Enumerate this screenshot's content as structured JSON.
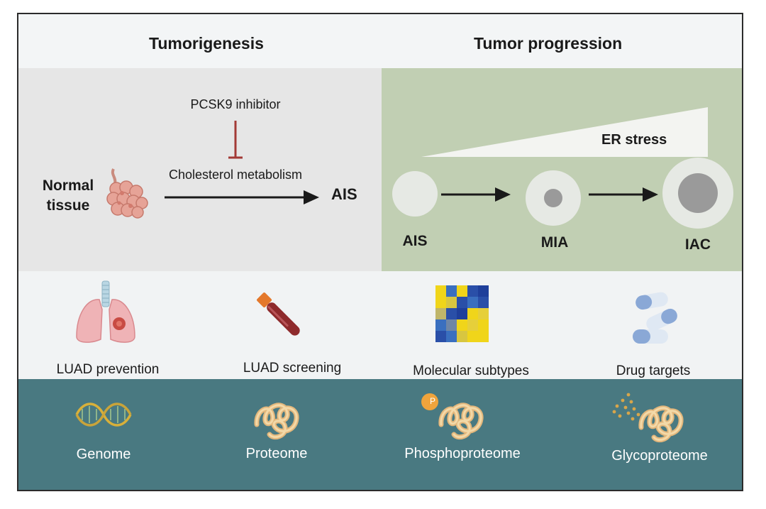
{
  "header": {
    "left_title": "Tumorigenesis",
    "right_title": "Tumor progression"
  },
  "tumorigenesis": {
    "normal_tissue": "Normal tissue",
    "inhibitor": "PCSK9 inhibitor",
    "pathway": "Cholesterol metabolism",
    "result": "AIS"
  },
  "progression": {
    "gradient_label": "ER stress",
    "stages": [
      "AIS",
      "MIA",
      "IAC"
    ]
  },
  "applications": [
    {
      "label": "LUAD prevention",
      "icon": "lungs-icon"
    },
    {
      "label": "LUAD screening",
      "icon": "blood-tube-icon"
    },
    {
      "label": "Molecular subtypes",
      "icon": "heatmap-icon"
    },
    {
      "label": "Drug targets",
      "icon": "pills-icon"
    }
  ],
  "omics": [
    {
      "label": "Genome",
      "icon": "dna-icon"
    },
    {
      "label": "Proteome",
      "icon": "protein-icon"
    },
    {
      "label": "Phosphoproteome",
      "icon": "phosphoprotein-icon",
      "badge": "P"
    },
    {
      "label": "Glycoproteome",
      "icon": "glycoprotein-icon"
    }
  ],
  "colors": {
    "tumorigenesis_panel": "#e6e6e6",
    "progression_panel": "#c1cfb3",
    "omics_band": "#497981",
    "inhibitor_bar": "#a33a36",
    "protein": "#e3b77c"
  }
}
